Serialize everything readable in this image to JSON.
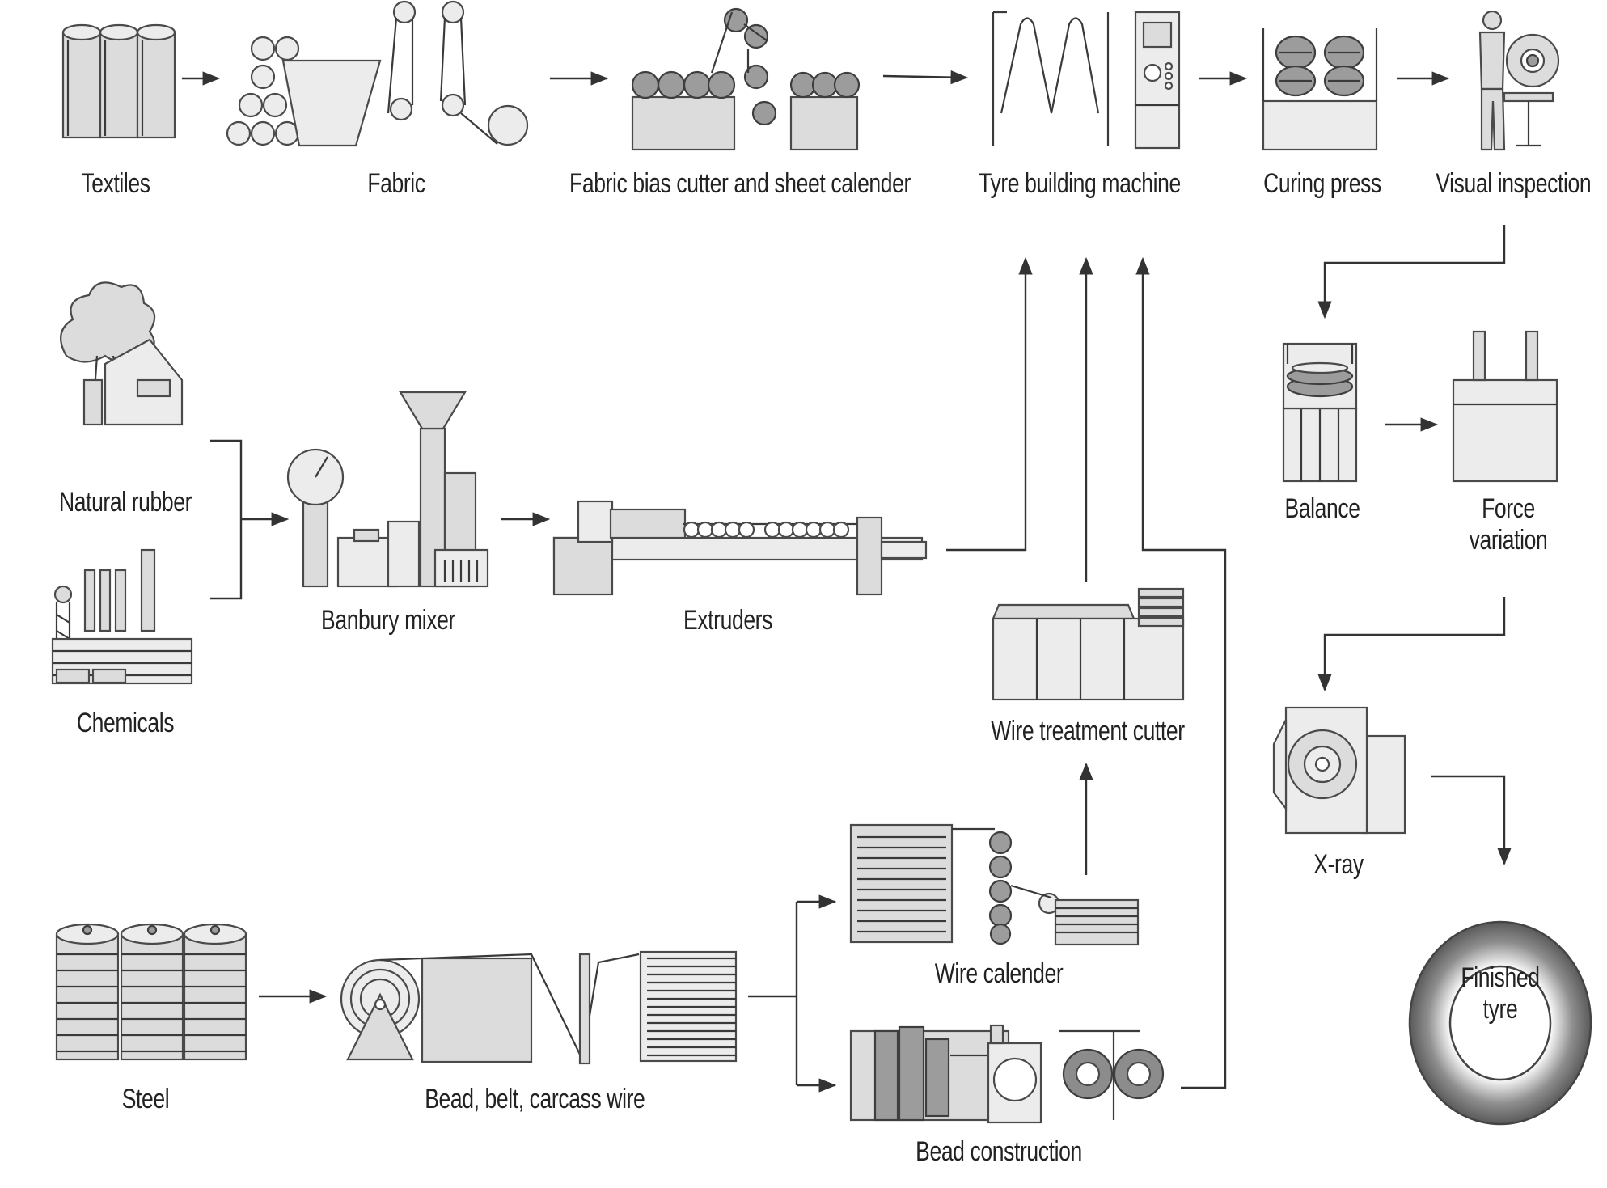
{
  "stages": {
    "textiles": "Textiles",
    "fabric": "Fabric",
    "fabric_bias_cutter": "Fabric bias cutter and sheet calender",
    "tyre_building_machine": "Tyre building machine",
    "curing_press": "Curing press",
    "visual_inspection": "Visual inspection",
    "natural_rubber": "Natural rubber",
    "chemicals": "Chemicals",
    "banbury_mixer": "Banbury mixer",
    "extruders": "Extruders",
    "balance": "Balance",
    "force_variation_line1": "Force",
    "force_variation_line2": "variation",
    "wire_treatment_cutter": "Wire treatment cutter",
    "xray": "X-ray",
    "steel": "Steel",
    "bead_belt_carcass_wire": "Bead, belt, carcass wire",
    "wire_calender": "Wire calender",
    "bead_construction": "Bead construction",
    "finished_tyre_line1": "Finished",
    "finished_tyre_line2": "tyre"
  },
  "colors": {
    "fill_light": "#dcdcdc",
    "fill_dark": "#9c9c9c",
    "stroke": "#4a4a4a"
  }
}
